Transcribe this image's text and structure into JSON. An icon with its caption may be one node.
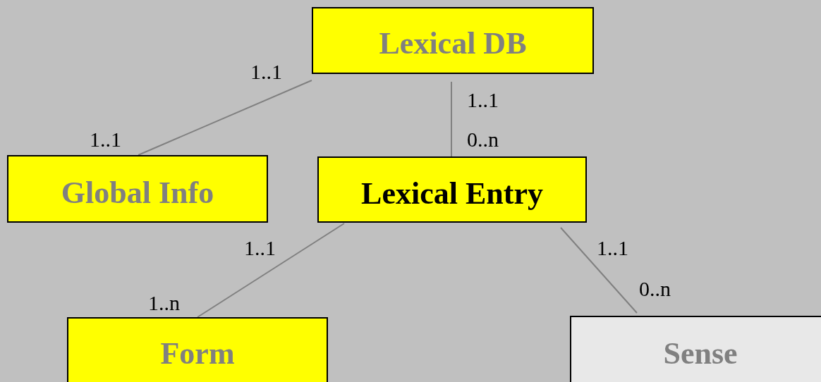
{
  "diagram": {
    "nodes": [
      {
        "text": [
          "Lexical DB"
        ]
      },
      {
        "text": [
          "Global Info"
        ]
      },
      {
        "text": [
          "Lexical Entry"
        ]
      },
      {
        "text": [
          "Form"
        ]
      },
      {
        "text": [
          "Sense"
        ]
      }
    ],
    "edges": [
      {
        "from": 0,
        "to": 1,
        "arrow": "none"
      },
      {
        "from": 0,
        "to": 2,
        "arrow": "none"
      },
      {
        "from": 2,
        "to": 3,
        "arrow": "none"
      },
      {
        "from": 2,
        "to": 4,
        "arrow": "none"
      }
    ],
    "labels": [
      "1..1",
      "1..1",
      "1..1",
      "0..n",
      "1..1",
      "1..1",
      "0..n",
      "1..n"
    ]
  }
}
